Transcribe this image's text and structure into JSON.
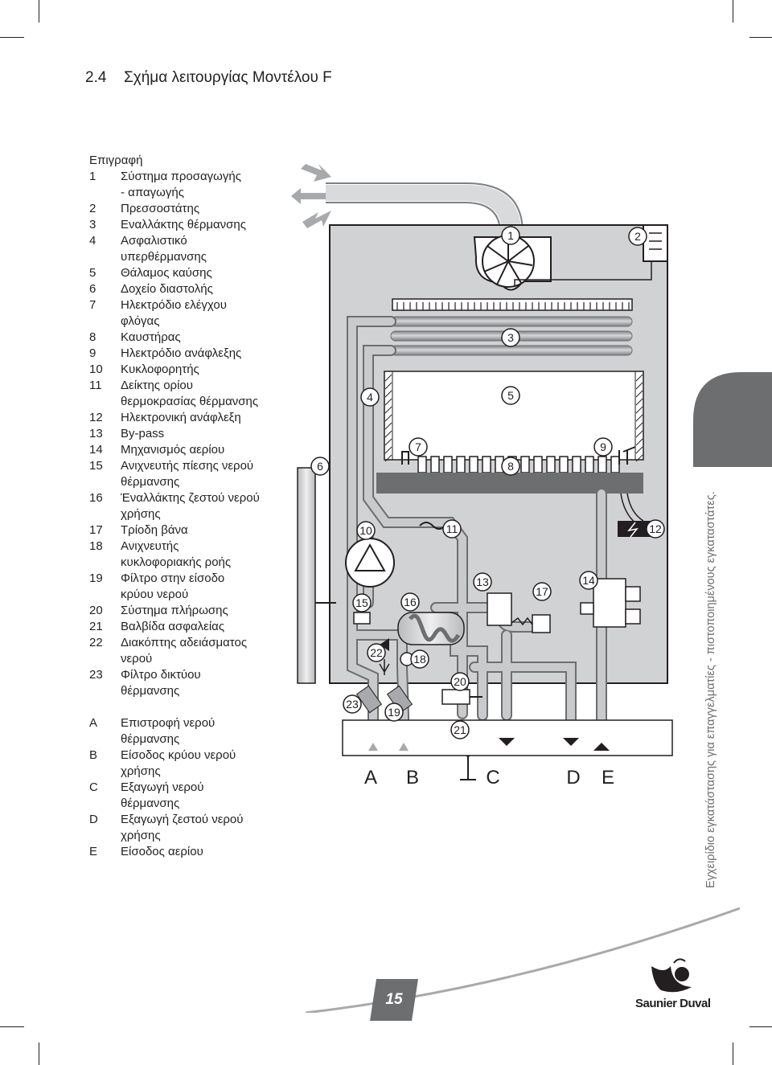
{
  "heading": {
    "number": "2.4",
    "title": "Σχήμα λειτουργίας Μοντέλου F"
  },
  "legend": {
    "title": "Επιγραφή",
    "items": [
      {
        "key": "1",
        "lines": [
          "Σύστημα προσαγωγής",
          "- απαγωγής"
        ]
      },
      {
        "key": "2",
        "lines": [
          "Πρεσσοστάτης"
        ]
      },
      {
        "key": "3",
        "lines": [
          "Εναλλάκτης θέρμανσης"
        ]
      },
      {
        "key": "4",
        "lines": [
          "Ασφαλιστικό",
          "υπερθέρμανσης"
        ]
      },
      {
        "key": "5",
        "lines": [
          "Θάλαμος καύσης"
        ]
      },
      {
        "key": "6",
        "lines": [
          "Δοχείο διαστολής"
        ]
      },
      {
        "key": "7",
        "lines": [
          "Ηλεκτρόδιο ελέγχου",
          "φλόγας"
        ]
      },
      {
        "key": "8",
        "lines": [
          "Καυστήρας"
        ]
      },
      {
        "key": "9",
        "lines": [
          "Ηλεκτρόδιο ανάφλεξης"
        ]
      },
      {
        "key": "10",
        "lines": [
          "Κυκλοφορητής"
        ]
      },
      {
        "key": "11",
        "lines": [
          "Δείκτης ορίου",
          "θερμοκρασίας θέρμανσης"
        ]
      },
      {
        "key": "12",
        "lines": [
          "Ηλεκτρονική ανάφλεξη"
        ]
      },
      {
        "key": "13",
        "lines": [
          "By-pass"
        ]
      },
      {
        "key": "14",
        "lines": [
          "Μηχανισμός αερίου"
        ]
      },
      {
        "key": "15",
        "lines": [
          "Ανιχνευτής πίεσης νερού",
          "θέρμανσης"
        ]
      },
      {
        "key": "16",
        "lines": [
          "Έναλλάκτης ζεστού νερού",
          "χρήσης"
        ]
      },
      {
        "key": "17",
        "lines": [
          "Τρίοδη βάνα"
        ]
      },
      {
        "key": "18",
        "lines": [
          "Ανιχνευτής",
          "κυκλοφοριακής ροής"
        ]
      },
      {
        "key": "19",
        "lines": [
          "Φίλτρο στην είσοδο",
          "κρύου νερού"
        ]
      },
      {
        "key": "20",
        "lines": [
          "Σύστημα πλήρωσης"
        ]
      },
      {
        "key": "21",
        "lines": [
          "Βαλβίδα ασφαλείας"
        ]
      },
      {
        "key": "22",
        "lines": [
          "Διακόπτης αδειάσματος",
          "νερού"
        ]
      },
      {
        "key": "23",
        "lines": [
          "Φίλτρο δικτύου",
          "θέρμανσης"
        ]
      }
    ],
    "connections": [
      {
        "key": "A",
        "lines": [
          "Επιστροφή νερού",
          "θέρμανσης"
        ]
      },
      {
        "key": "B",
        "lines": [
          "Είσοδος κρύου νερού",
          "χρήσης"
        ]
      },
      {
        "key": "C",
        "lines": [
          "Εξαγωγή νερού",
          "θέρμανσης"
        ]
      },
      {
        "key": "D",
        "lines": [
          "Εξαγωγή ζεστού νερού",
          "χρήσης"
        ]
      },
      {
        "key": "E",
        "lines": [
          "Είσοδος αερίου"
        ]
      }
    ]
  },
  "diagram": {
    "callouts": [
      "1",
      "2",
      "3",
      "4",
      "5",
      "6",
      "7",
      "8",
      "9",
      "10",
      "11",
      "12",
      "13",
      "14",
      "15",
      "16",
      "17",
      "18",
      "19",
      "20",
      "21",
      "22",
      "23"
    ],
    "connection_labels": [
      "A",
      "B",
      "C",
      "D",
      "E"
    ]
  },
  "side_text": "Εγχειρίδιο εγκατάστασης για επαγγελματίες - πιστοποιημένους εγκαταστάτες.",
  "page_number": "15",
  "brand": "Saunier Duval",
  "colors": {
    "tab": "#6d6e70",
    "diagram_fill": "#d1d2d4",
    "pipe": "#a7a9ac",
    "text": "#231f20"
  }
}
